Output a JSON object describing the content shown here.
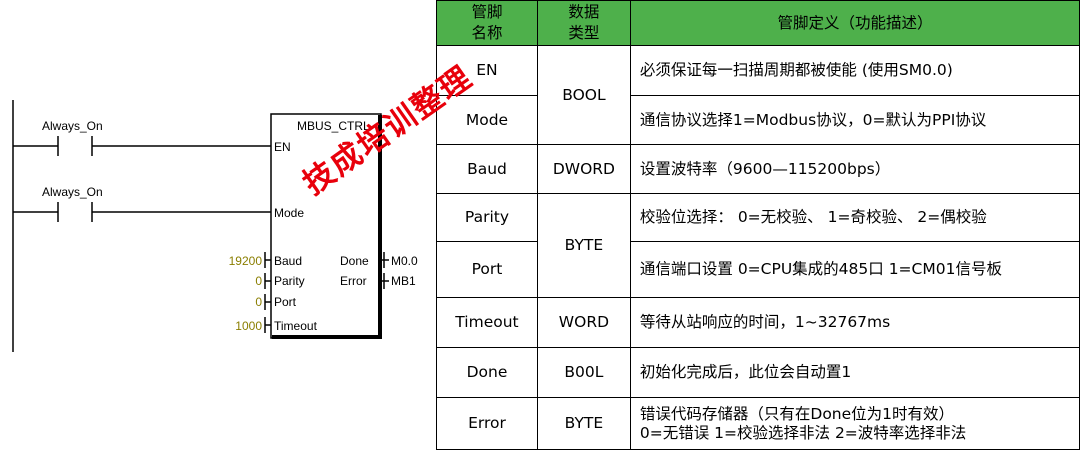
{
  "ladder": {
    "rungs": [
      {
        "contact": "Always_On"
      },
      {
        "contact": "Always_On"
      }
    ],
    "block": {
      "name": "MBUS_CTRL",
      "input_pins": [
        "EN",
        "Mode",
        "Baud",
        "Parity",
        "Port",
        "Timeout"
      ],
      "input_values": {
        "Baud": "19200",
        "Parity": "0",
        "Port": "0",
        "Timeout": "1000"
      },
      "output_pins": [
        "Done",
        "Error"
      ],
      "output_values": {
        "Done": "M0.0",
        "Error": "MB1"
      }
    }
  },
  "watermark": "技成培训整理",
  "table": {
    "headers": [
      "管脚\n名称",
      "数据\n类型",
      "管脚定义（功能描述）"
    ],
    "rows": [
      {
        "pin": "EN",
        "type": "BOOL",
        "desc": "必须保证每一扫描周期都被使能 (使用SM0.0)"
      },
      {
        "pin": "Mode",
        "type": "",
        "desc": "通信协议选择1=Modbus协议，0=默认为PPI协议"
      },
      {
        "pin": "Baud",
        "type": "DWORD",
        "desc": "设置波特率（9600—115200bps）"
      },
      {
        "pin": "Parity",
        "type": "BYTE",
        "desc": "校验位选择：  0=无校验、 1=奇校验、 2=偶校验"
      },
      {
        "pin": "Port",
        "type": "",
        "desc": "通信端口设置   0=CPU集成的485口     1=CM01信号板"
      },
      {
        "pin": "Timeout",
        "type": "WORD",
        "desc": "等待从站响应的时间，1~32767ms"
      },
      {
        "pin": "Done",
        "type": "B00L",
        "desc": "初始化完成后，此位会自动置1"
      },
      {
        "pin": "Error",
        "type": "BYTE",
        "desc": "错误代码存储器（只有在Done位为1时有效）\n0=无错误    1=校验选择非法  2=波特率选择非法"
      }
    ]
  }
}
